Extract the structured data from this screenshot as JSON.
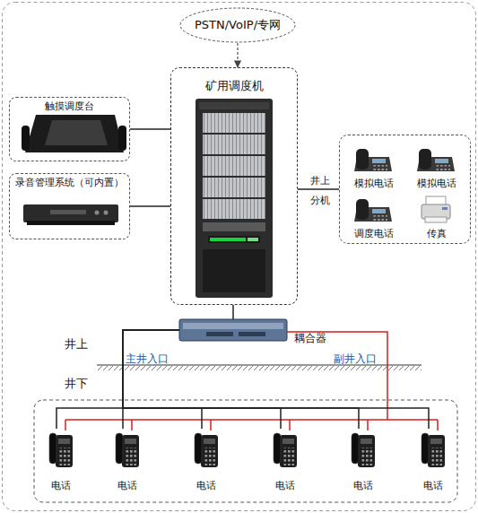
{
  "diagram": {
    "nodes": [
      {
        "text": [
          "PSTN/VoIP/专网"
        ]
      },
      {
        "text": [
          "矿用调度机"
        ]
      },
      {
        "text": [
          "触摸调度台"
        ]
      },
      {
        "text": [
          "录音管理系统（可内置）"
        ]
      },
      {
        "text": [
          "井上 分机"
        ]
      },
      {
        "text": [
          "模拟电话"
        ],
        "in": 4
      },
      {
        "text": [
          "模拟电话"
        ],
        "in": 4
      },
      {
        "text": [
          "调度电话"
        ],
        "in": 4
      },
      {
        "text": [
          "传真"
        ],
        "in": 4
      },
      {
        "text": [
          "耦合器"
        ]
      },
      {
        "text": [
          "电话"
        ]
      },
      {
        "text": [
          "电话"
        ]
      },
      {
        "text": [
          "电话"
        ]
      },
      {
        "text": [
          "电话"
        ]
      },
      {
        "text": [
          "电话"
        ]
      },
      {
        "text": [
          "电话"
        ]
      }
    ],
    "edges": [
      {
        "from": 0,
        "to": 1,
        "arrow": "to"
      },
      {
        "from": 2,
        "to": 1,
        "arrow": "none"
      },
      {
        "from": 3,
        "to": 1,
        "arrow": "none"
      },
      {
        "from": 1,
        "to": 4,
        "arrow": "none"
      },
      {
        "from": 1,
        "to": 9,
        "arrow": "none"
      },
      {
        "from": 9,
        "to": 10,
        "arrow": "none"
      },
      {
        "from": 9,
        "to": 11,
        "arrow": "none"
      },
      {
        "from": 9,
        "to": 12,
        "arrow": "none"
      },
      {
        "from": 9,
        "to": 13,
        "arrow": "none"
      },
      {
        "from": 9,
        "to": 14,
        "arrow": "none"
      },
      {
        "from": 9,
        "to": 15,
        "arrow": "none"
      }
    ],
    "labels": [
      "井上",
      "主井入口",
      "副井入口",
      "井下"
    ]
  }
}
